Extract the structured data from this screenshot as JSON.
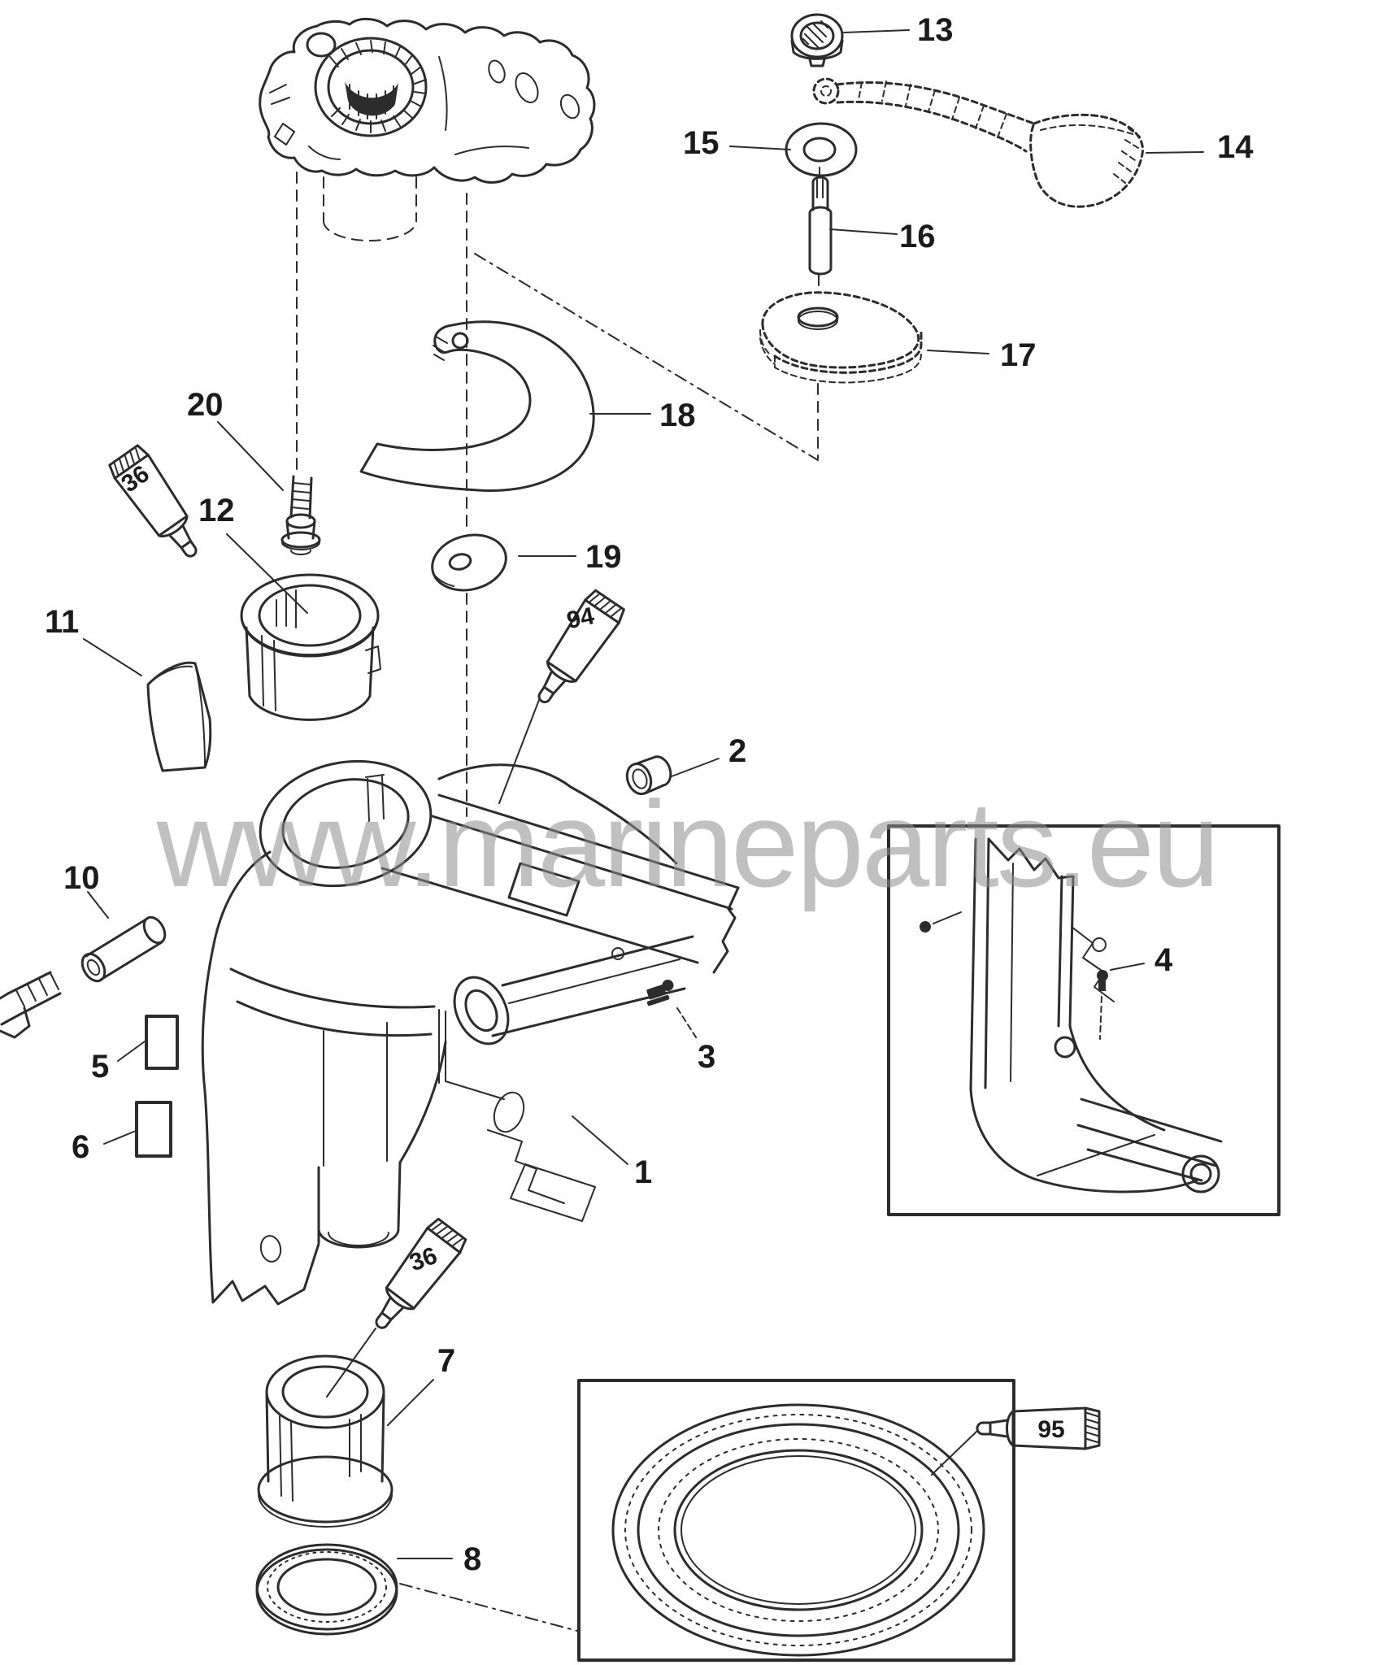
{
  "watermark": {
    "text": "www.marineparts.eu",
    "color": "#8e8e8e"
  },
  "colors": {
    "line": "#2c2c2c",
    "label": "#1b1b1b"
  },
  "parts": {
    "p1": "1",
    "p2": "2",
    "p3": "3",
    "p4": "4",
    "p5": "5",
    "p6": "6",
    "p7": "7",
    "p8": "8",
    "p10": "10",
    "p11": "11",
    "p12": "12",
    "p13": "13",
    "p14": "14",
    "p15": "15",
    "p16": "16",
    "p17": "17",
    "p18": "18",
    "p19": "19",
    "p20": "20"
  },
  "tubes": {
    "t36a": "36",
    "t94": "94",
    "t36b": "36",
    "t95": "95"
  }
}
